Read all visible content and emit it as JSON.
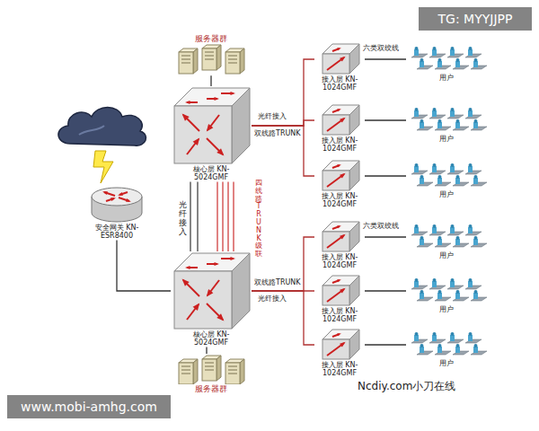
{
  "diagram": {
    "nodes": [
      {
        "text": [
          "服务器群"
        ]
      },
      {
        "text": [
          "核心层 KN-5024GMF"
        ]
      },
      {
        "text": [
          "安全网关 KN-ESR8400"
        ]
      },
      {
        "text": [
          "核心层 KN-5024GMF"
        ]
      },
      {
        "text": [
          "服务器群"
        ]
      },
      {
        "text": [
          "接入层 KN-1024GMF"
        ]
      },
      {
        "text": [
          "接入层 KN-1024GMF"
        ]
      },
      {
        "text": [
          "接入层 KN-1024GMF"
        ]
      },
      {
        "text": [
          "接入层 KN-1024GMF"
        ]
      },
      {
        "text": [
          "接入层 KN-1024GMF"
        ]
      },
      {
        "text": [
          "接入层 KN-1024GMF"
        ]
      },
      {
        "text": [
          "用户"
        ]
      },
      {
        "text": [
          "用户"
        ]
      },
      {
        "text": [
          "用户"
        ]
      },
      {
        "text": [
          "用户"
        ]
      },
      {
        "text": [
          "用户"
        ]
      },
      {
        "text": [
          "用户"
        ]
      }
    ],
    "edges": [
      {
        "from": 0,
        "to": 1,
        "arrow": "none"
      },
      {
        "from": 1,
        "to": 3,
        "label": "光纤接入",
        "arrow": "none"
      },
      {
        "from": 1,
        "to": 3,
        "label": "四线路TRUNK级联",
        "arrow": "none"
      },
      {
        "from": 2,
        "to": 3,
        "arrow": "none"
      },
      {
        "from": 3,
        "to": 4,
        "arrow": "none"
      },
      {
        "from": 1,
        "to": 5,
        "arrow": "none"
      },
      {
        "from": 1,
        "to": 6,
        "arrow": "none"
      },
      {
        "from": 1,
        "to": 7,
        "arrow": "none"
      },
      {
        "from": 3,
        "to": 8,
        "arrow": "none"
      },
      {
        "from": 3,
        "to": 9,
        "arrow": "none"
      },
      {
        "from": 3,
        "to": 10,
        "arrow": "none"
      },
      {
        "from": 5,
        "to": 11,
        "arrow": "none"
      },
      {
        "from": 6,
        "to": 12,
        "arrow": "none"
      },
      {
        "from": 7,
        "to": 13,
        "arrow": "none"
      },
      {
        "from": 8,
        "to": 14,
        "arrow": "none"
      },
      {
        "from": 9,
        "to": 15,
        "arrow": "none"
      },
      {
        "from": 10,
        "to": 16,
        "arrow": "none"
      }
    ],
    "labels": [
      "光纤接入",
      "双线路TRUNK",
      "六类双绞线",
      "双线路TRUNK",
      "光纤接入",
      "六类双绞线",
      "TG: MYYJJPP",
      "www.mobi-amhg.com",
      "Ncdiy.com小刀在线"
    ]
  }
}
